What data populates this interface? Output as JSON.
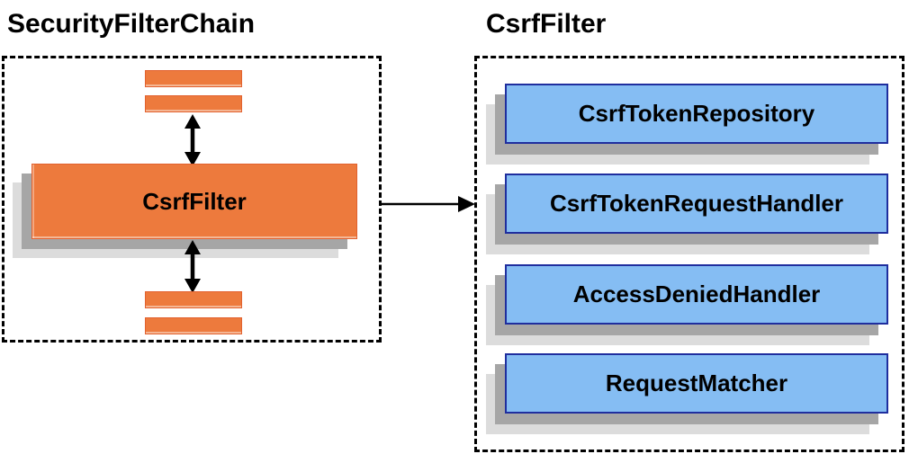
{
  "titles": {
    "left": "SecurityFilterChain",
    "right": "CsrfFilter"
  },
  "left_panel": {
    "title": "SecurityFilterChain",
    "filter_node_label": "CsrfFilter",
    "placeholder_bars_count": 4
  },
  "right_panel": {
    "title": "CsrfFilter",
    "boxes": [
      {
        "label": "CsrfTokenRepository"
      },
      {
        "label": "CsrfTokenRequestHandler"
      },
      {
        "label": "AccessDeniedHandler"
      },
      {
        "label": "RequestMatcher"
      }
    ]
  },
  "connectors": {
    "vertical_double_arrows": 2,
    "horizontal_arrow": "left-csrf-filter-to-right-panel"
  },
  "colors": {
    "background": "#FFFFFF",
    "orange_fill": "#ED7A3D",
    "orange_border": "#E2612E",
    "blue_fill": "#85BDF3",
    "blue_border": "#1F2E9E",
    "shadow_gray": "#A6A6A6",
    "shadow_light_gray": "#DCDCDC",
    "dashed_border": "#000000",
    "arrow": "#000000",
    "text": "#000000"
  }
}
